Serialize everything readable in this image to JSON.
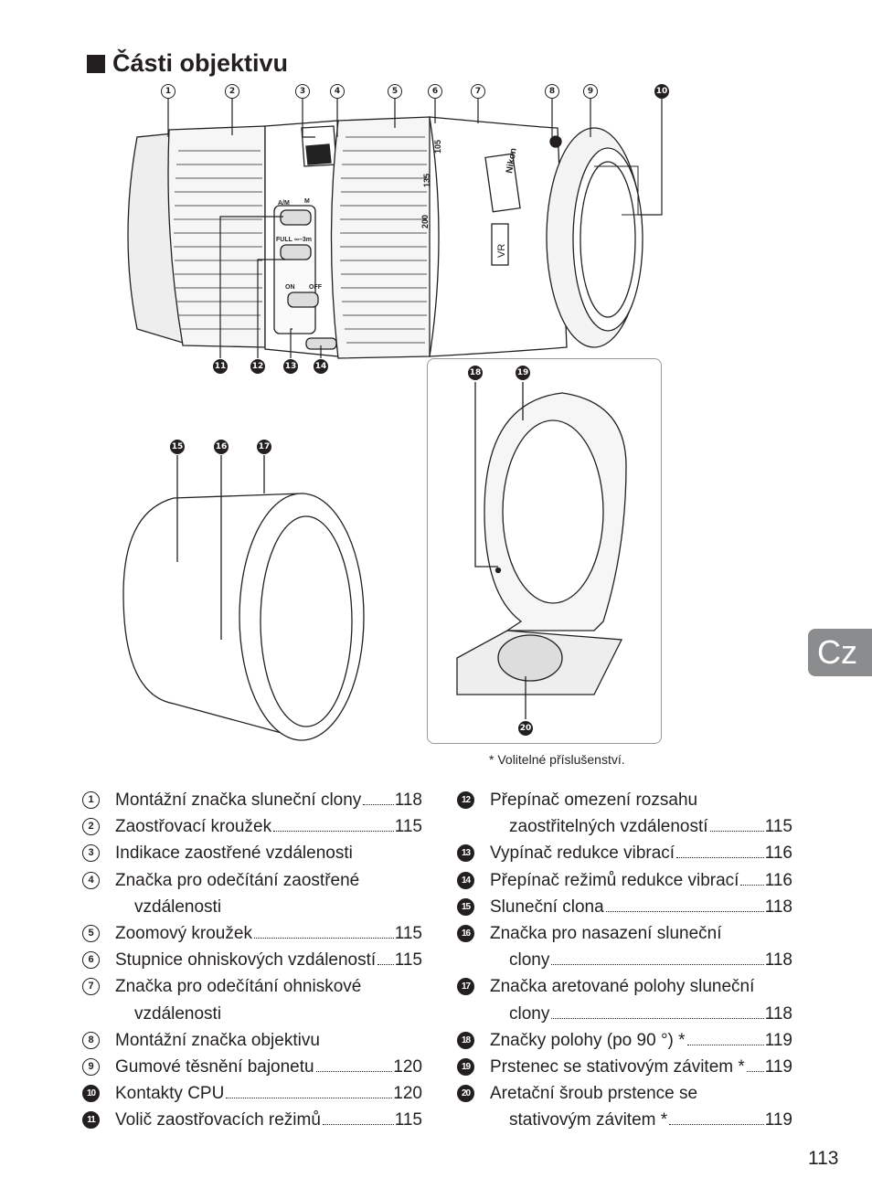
{
  "heading": "Části objektivu",
  "lens_callouts": [
    "1",
    "2",
    "3",
    "4",
    "5",
    "6",
    "7",
    "8",
    "9",
    "10"
  ],
  "switch_callouts": [
    "11",
    "12",
    "13",
    "14"
  ],
  "hood_callouts": [
    "15",
    "16",
    "17"
  ],
  "ring_callouts": [
    "18",
    "19",
    "20"
  ],
  "lens_markings": {
    "brand": "Nikon",
    "vr": "VR",
    "focal_200": "200",
    "focal_135": "135",
    "focal_105": "105",
    "switch_am": "A/M",
    "switch_m": "M",
    "switch_full": "FULL",
    "switch_inf": "∞–3m",
    "switch_on": "ON",
    "switch_off": "OFF"
  },
  "footnote": "* Volitelné příslušenství.",
  "left_items": [
    {
      "num": "1",
      "text": "Montážní značka sluneční clony",
      "page": "118"
    },
    {
      "num": "2",
      "text": "Zaostřovací kroužek",
      "page": "115"
    },
    {
      "num": "3",
      "text": "Indikace zaostřené vzdálenosti"
    },
    {
      "num": "4",
      "text": "Značka pro odečítání zaostřené",
      "cont": "vzdálenosti"
    },
    {
      "num": "5",
      "text": "Zoomový kroužek",
      "page": "115"
    },
    {
      "num": "6",
      "text": "Stupnice ohniskových vzdáleností",
      "page": "115"
    },
    {
      "num": "7",
      "text": "Značka pro odečítání ohniskové",
      "cont": "vzdálenosti"
    },
    {
      "num": "8",
      "text": "Montážní značka objektivu"
    },
    {
      "num": "9",
      "text": "Gumové těsnění bajonetu",
      "page": "120"
    },
    {
      "num": "10",
      "text": "Kontakty CPU",
      "page": "120"
    },
    {
      "num": "11",
      "text": "Volič zaostřovacích režimů",
      "page": "115"
    }
  ],
  "right_items": [
    {
      "num": "12",
      "text": "Přepínač omezení rozsahu",
      "cont": "zaostřitelných vzdáleností",
      "page": "115"
    },
    {
      "num": "13",
      "text": "Vypínač redukce vibrací",
      "page": "116"
    },
    {
      "num": "14",
      "text": "Přepínač režimů redukce vibrací",
      "page": "116"
    },
    {
      "num": "15",
      "text": "Sluneční clona",
      "page": "118"
    },
    {
      "num": "16",
      "text": "Značka pro nasazení sluneční",
      "cont": "clony",
      "page": "118"
    },
    {
      "num": "17",
      "text": "Značka aretované polohy sluneční",
      "cont": "clony",
      "page": "118"
    },
    {
      "num": "18",
      "text": "Značky polohy (po 90 °) *",
      "page": "119"
    },
    {
      "num": "19",
      "text": "Prstenec se stativovým závitem *",
      "page": "119"
    },
    {
      "num": "20",
      "text": "Aretační šroub prstence se",
      "cont": "stativovým závitem *",
      "page": "119"
    }
  ],
  "side_tab": "Cz",
  "page_number": "113"
}
